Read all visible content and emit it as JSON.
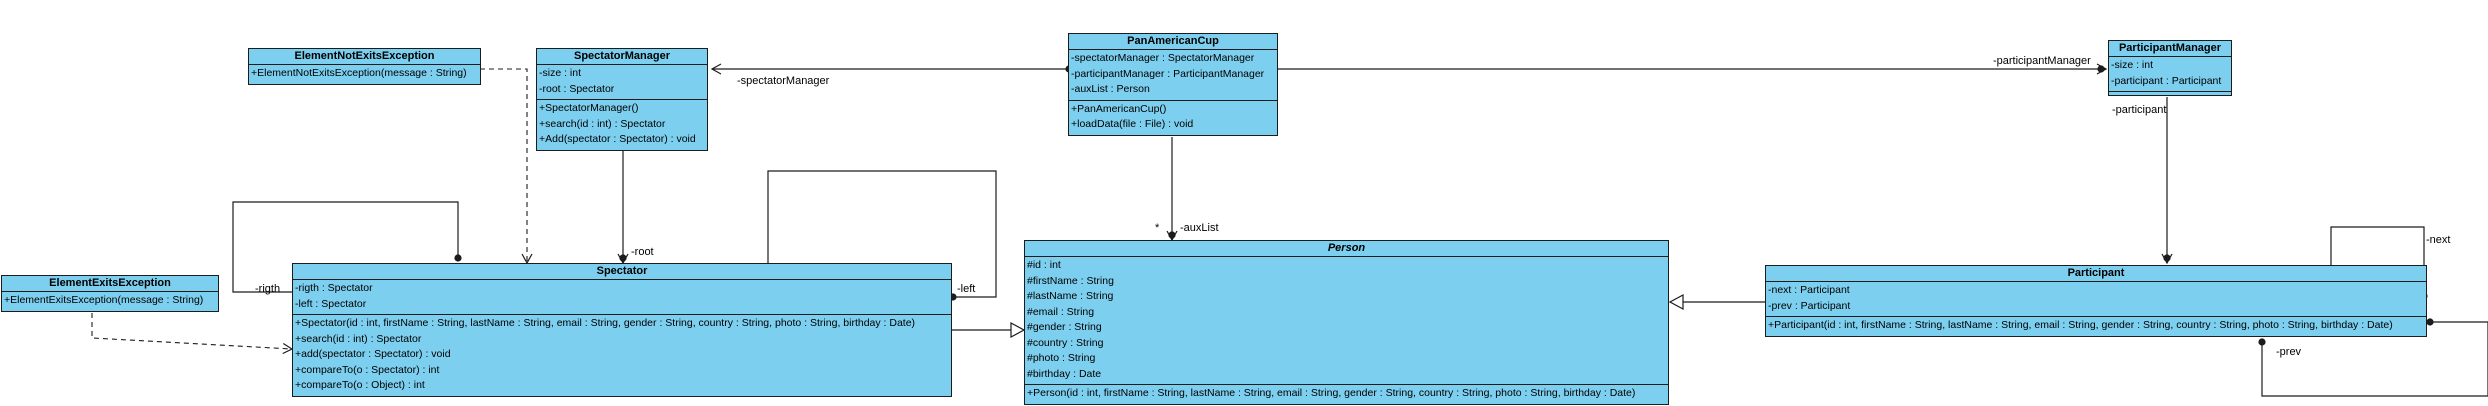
{
  "classes": {
    "element_not_exits": {
      "name": "ElementNotExitsException",
      "attributes": [],
      "operations": [
        "+ElementNotExitsException(message : String)"
      ]
    },
    "element_exits": {
      "name": "ElementExitsException",
      "attributes": [],
      "operations": [
        "+ElementExitsException(message : String)"
      ]
    },
    "spectator_manager": {
      "name": "SpectatorManager",
      "attributes": [
        "-size : int",
        "-root : Spectator"
      ],
      "operations": [
        "+SpectatorManager()",
        "+search(id : int) : Spectator",
        "+Add(spectator : Spectator) : void"
      ]
    },
    "pan_american_cup": {
      "name": "PanAmericanCup",
      "attributes": [
        "-spectatorManager : SpectatorManager",
        "-participantManager : ParticipantManager",
        "-auxList : Person"
      ],
      "operations": [
        "+PanAmericanCup()",
        "+loadData(file : File) : void"
      ]
    },
    "participant_manager": {
      "name": "ParticipantManager",
      "attributes": [
        "-size : int",
        "-participant : Participant"
      ],
      "operations": []
    },
    "spectator": {
      "name": "Spectator",
      "attributes": [
        "-rigth : Spectator",
        "-left : Spectator"
      ],
      "operations": [
        "+Spectator(id : int, firstName : String, lastName : String, email : String, gender : String, country : String, photo : String, birthday : Date)",
        "+search(id : int) : Spectator",
        "+add(spectator : Spectator) : void",
        "+compareTo(o : Spectator) : int",
        "+compareTo(o : Object) : int"
      ]
    },
    "person": {
      "name": "Person",
      "attributes": [
        "#id : int",
        "#firstName : String",
        "#lastName : String",
        "#email : String",
        "#gender : String",
        "#country : String",
        "#photo : String",
        "#birthday : Date"
      ],
      "operations": [
        "+Person(id : int, firstName : String, lastName : String, email : String, gender : String, country : String, photo : String, birthday : Date)"
      ]
    },
    "participant": {
      "name": "Participant",
      "attributes": [
        "-next : Participant",
        "-prev : Participant"
      ],
      "operations": [
        "+Participant(id : int, firstName : String, lastName : String, email : String, gender : String, country : String, photo : String, birthday : Date)"
      ]
    }
  },
  "edge_labels": {
    "spectator_manager": "-spectatorManager",
    "participant_manager": "-participantManager",
    "participant": "-participant",
    "aux_list": "-auxList",
    "aux_list_multiplicity": "*",
    "root": "-root",
    "rigth": "-rigth",
    "left": "-left",
    "next": "-next",
    "prev": "-prev"
  },
  "colors": {
    "class_fill": "#7dcfef",
    "class_border": "#1c1c1c",
    "edge": "#1c1c1c"
  }
}
